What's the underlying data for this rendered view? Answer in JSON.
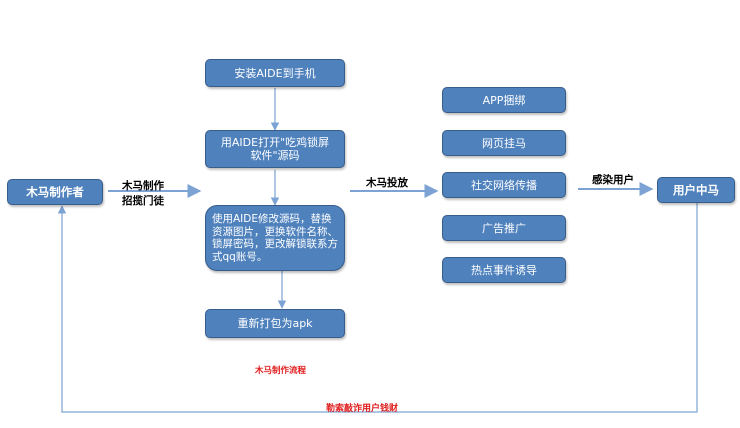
{
  "nodes": {
    "maker": "木马制作者",
    "step_install": "安装AIDE到手机",
    "step_open": "用AIDE打开\"吃鸡锁屏软件\"源码",
    "step_modify": "使用AIDE修改源码，替换资源图片，更换软件名称、锁屏密码，更改解锁联系方式qq账号。",
    "step_repack": "重新打包为apk",
    "ch_app": "APP捆绑",
    "ch_web": "网页挂马",
    "ch_social": "社交网络传播",
    "ch_ad": "广告推广",
    "ch_hot": "热点事件诱导",
    "victim": "用户中马"
  },
  "edges": {
    "recruit_line1": "木马制作",
    "recruit_line2": "招揽门徒",
    "deliver": "木马投放",
    "infect": "感染用户",
    "extort": "勒索敲诈用户钱财"
  },
  "caption": "木马制作流程",
  "colors": {
    "box_fill": "#4f81bd",
    "box_border": "#385d8a",
    "arrow": "#7ca3d4",
    "caption_red": "#e02020"
  }
}
